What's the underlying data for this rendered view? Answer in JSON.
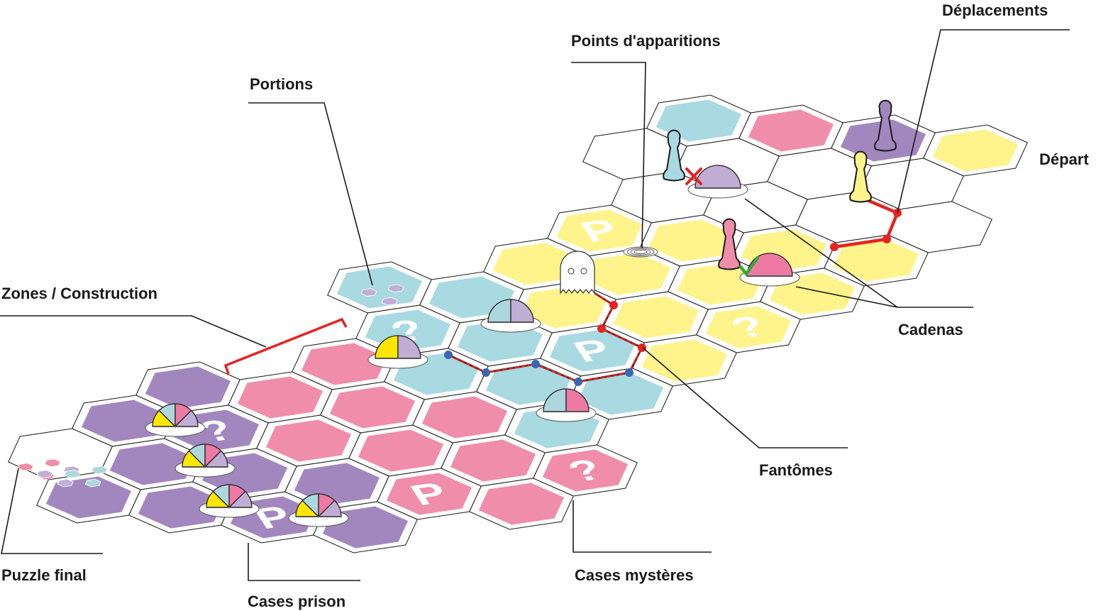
{
  "labels": {
    "deplacements": "Déplacements",
    "points_apparitions": "Points d'apparitions",
    "portions": "Portions",
    "depart": "Départ",
    "zones_construction": "Zones / Construction",
    "cadenas": "Cadenas",
    "fantomes": "Fantômes",
    "puzzle_final": "Puzzle final",
    "cases_prison": "Cases prison",
    "cases_mysteres": "Cases mystères"
  },
  "tile_marks": {
    "prison": "P",
    "mystery": "?"
  },
  "colors": {
    "blue": "#a9d9e1",
    "pink": "#ef8daa",
    "purple": "#a287bf",
    "yellow": "#fff38b",
    "white": "#ffffff",
    "hat_yellow": "#ffe600",
    "hat_blue": "#acd7de",
    "hat_pink": "#ee7aa4",
    "hat_purple": "#c0aed4",
    "path_red": "#e52421",
    "ghost_node_blue": "#3b66b3",
    "check_green": "#3aa535"
  }
}
